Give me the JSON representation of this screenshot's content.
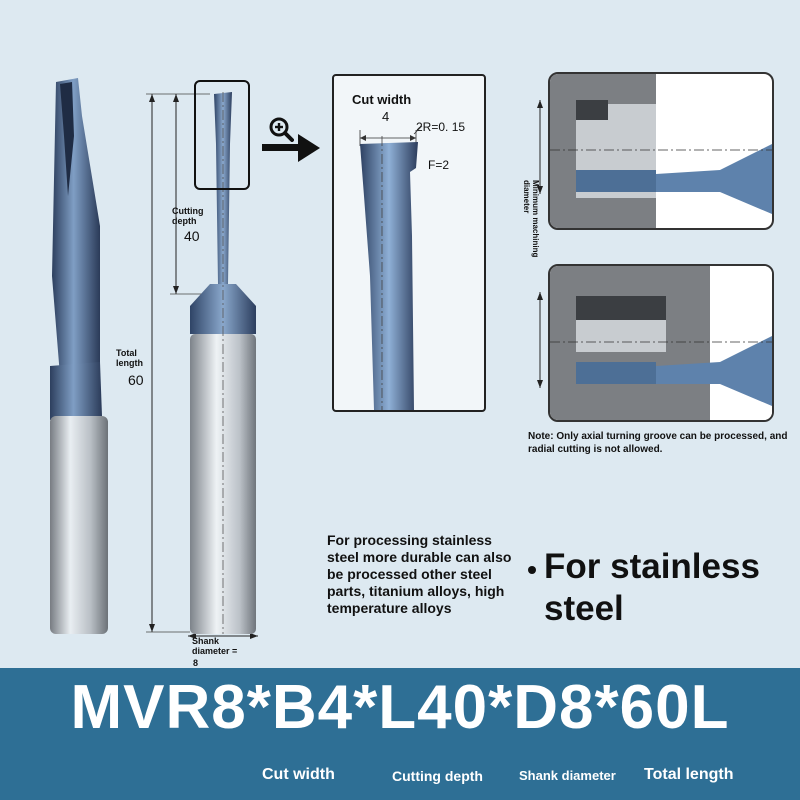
{
  "tool_dimensions": {
    "total_length_label": "Total length",
    "total_length_value": "60",
    "cutting_depth_label": "Cutting depth",
    "cutting_depth_value": "40",
    "shank_label": "Shank diameter =",
    "shank_value": "8"
  },
  "detail": {
    "cut_width_label": "Cut width",
    "cut_width_value": "4",
    "corner_radius": "2R=0. 15",
    "chamfer": "F=2"
  },
  "groove_diagram": {
    "min_diameter_label": "Minimum machining diameter",
    "note": "Note: Only axial turning groove can be processed, and radial cutting is not allowed."
  },
  "description": "For processing stainless steel more durable can also be processed other steel parts, titanium alloys, high temperature alloys",
  "headline": "For stainless steel",
  "model_code": "MVR8*B4*L40*D8*60L",
  "code_labels": {
    "cut_width": "Cut width",
    "cutting_depth": "Cutting depth",
    "shank_diameter": "Shank diameter",
    "total_length": "Total length"
  },
  "colors": {
    "coating_blue": "#3f5f86",
    "band_blue": "#2e6f95",
    "background": "#dde9f1"
  },
  "icons": [
    "zoom-in-icon",
    "arrow-right-icon"
  ]
}
